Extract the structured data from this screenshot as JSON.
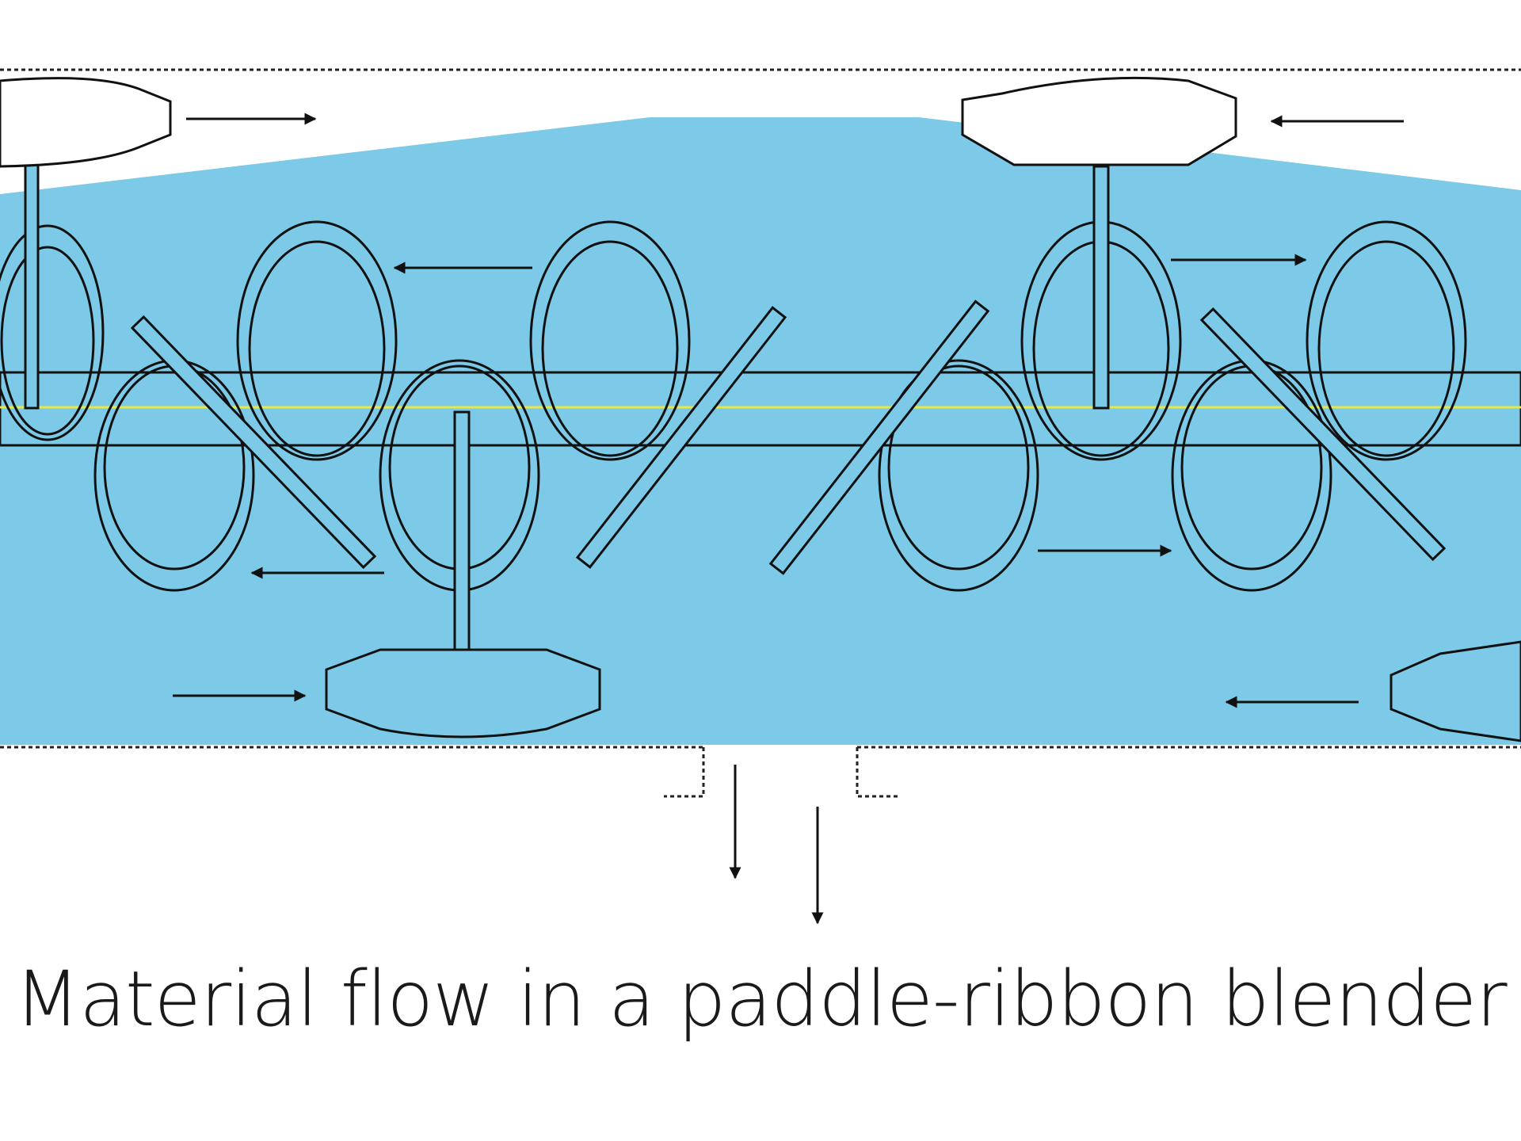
{
  "diagram": {
    "caption": "Material flow in a paddle-ribbon blender",
    "colors": {
      "material_fill": "#7ccae8",
      "outline": "#111111",
      "shaft_centerline": "#e8e840",
      "background": "#ffffff"
    },
    "components": {
      "material": "material-fill",
      "shaft": "agitator-shaft",
      "ribbons": "helical-ribbon-flights",
      "paddles": "mixing-paddles",
      "discharge": "bottom-discharge-valve"
    },
    "flow_arrows": {
      "upper_outer_paddles": [
        "right",
        "left"
      ],
      "inner_ribbon": [
        "left",
        "right"
      ],
      "outer_ribbon": [
        "left",
        "right"
      ],
      "lower_paddles": [
        "right",
        "left"
      ],
      "discharge": [
        "down",
        "down"
      ]
    }
  }
}
